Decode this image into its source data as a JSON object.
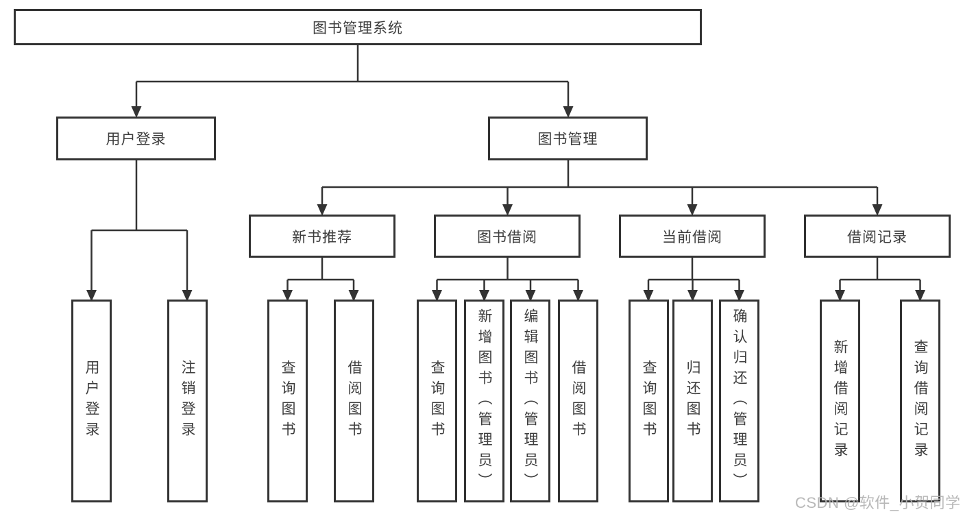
{
  "colors": {
    "line": "#333333",
    "text": "#3d3d3d",
    "watermark": "#b2b2b2",
    "bg": "#ffffff"
  },
  "nodes": {
    "root": {
      "label": "图书管理系统"
    },
    "level2": [
      {
        "label": "用户登录"
      },
      {
        "label": "图书管理"
      }
    ],
    "level3": [
      {
        "label": "新书推荐"
      },
      {
        "label": "图书借阅"
      },
      {
        "label": "当前借阅"
      },
      {
        "label": "借阅记录"
      }
    ],
    "leaves": [
      {
        "label": "用户登录"
      },
      {
        "label": "注销登录"
      },
      {
        "label": "查询图书"
      },
      {
        "label": "借阅图书"
      },
      {
        "label": "查询图书"
      },
      {
        "label": "新增图书（管理员）"
      },
      {
        "label": "编辑图书（管理员）"
      },
      {
        "label": "借阅图书"
      },
      {
        "label": "查询图书"
      },
      {
        "label": "归还图书"
      },
      {
        "label": "确认归还（管理员）"
      },
      {
        "label": "新增借阅记录"
      },
      {
        "label": "查询借阅记录"
      }
    ]
  },
  "watermark": {
    "text": "CSDN @软件_小贺同学"
  }
}
